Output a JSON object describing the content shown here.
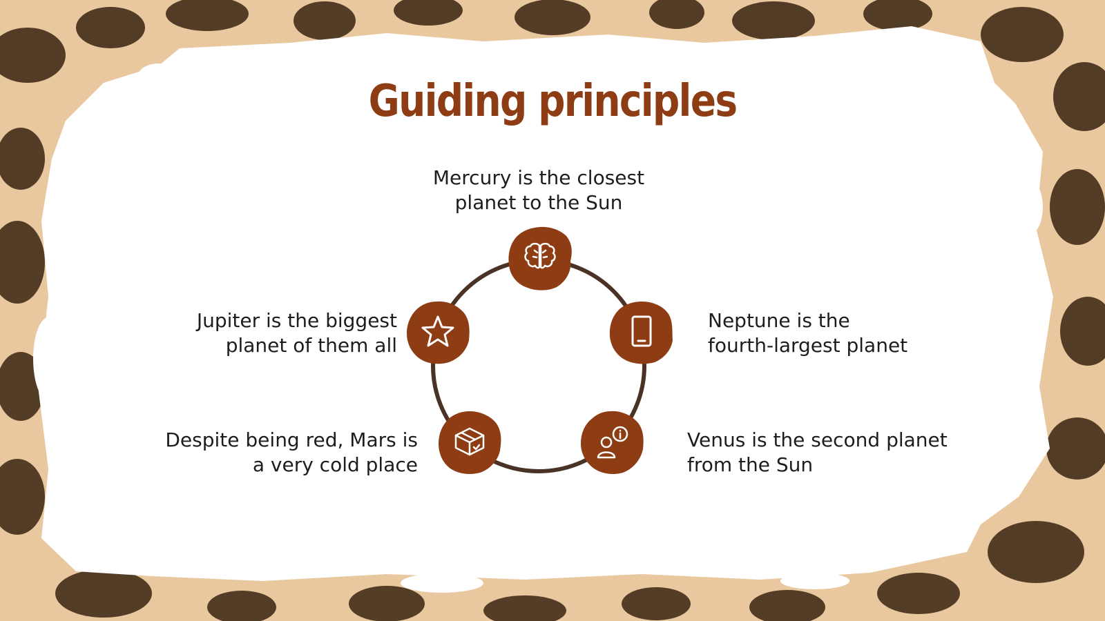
{
  "title": "Guiding principles",
  "colors": {
    "title": "#8e3c14",
    "node_fill": "#8e3c14",
    "ring": "#4a3326",
    "background": "#e9c89f",
    "panel": "#ffffff",
    "spots": "#3a2412"
  },
  "nodes": [
    {
      "icon": "brain-icon",
      "text": "Mercury is the closest\nplanet to the Sun"
    },
    {
      "icon": "tablet-icon",
      "text": "Neptune is the\nfourth-largest planet"
    },
    {
      "icon": "user-info-icon",
      "text": "Venus is the second planet\nfrom the Sun"
    },
    {
      "icon": "box-check-icon",
      "text": "Despite being red, Mars is\na very cold place"
    },
    {
      "icon": "star-icon",
      "text": "Jupiter is the biggest\nplanet of them all"
    }
  ]
}
